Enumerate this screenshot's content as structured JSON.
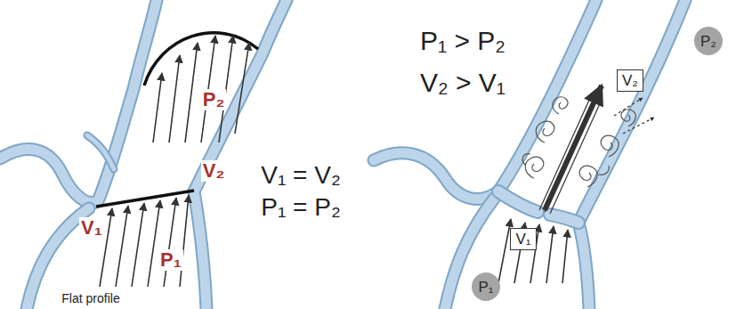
{
  "diagram": {
    "nodes": [
      {
        "text": [
          "V₂"
        ]
      },
      {
        "text": [
          "P₂"
        ]
      },
      {
        "text": [
          "V₁"
        ]
      },
      {
        "text": [
          "P₁"
        ]
      }
    ],
    "labels": [
      "P₂",
      "V₂",
      "V₁",
      "P₁",
      "Flat profile",
      "V₁ = V₂",
      "P₁ = P₂",
      "P₁ > P₂",
      "V₂ > V₁"
    ]
  }
}
